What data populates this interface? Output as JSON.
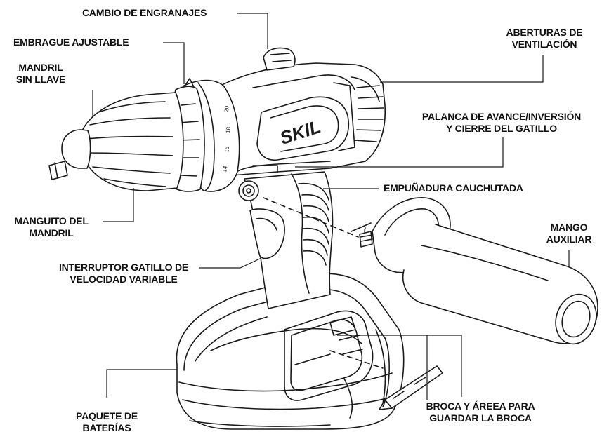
{
  "brand_mark": "SKIL",
  "clutch_numbers": [
    "14",
    "16",
    "18",
    "20"
  ],
  "labels": {
    "gear_shift": "CAMBIO DE ENGRANAJES",
    "clutch": "EMBRAGUE AJUSTABLE",
    "chuck_line1": "MANDRIL",
    "chuck_line2": "SIN LLAVE",
    "vents_line1": "ABERTURAS DE",
    "vents_line2": "VENTILACIÓN",
    "lever_line1": "PALANCA DE AVANCE/INVERSIÓN",
    "lever_line2": "Y CIERRE DEL GATILLO",
    "grip": "EMPUÑADURA CAUCHUTADA",
    "sleeve_line1": "MANGUITO DEL",
    "sleeve_line2": "MANDRIL",
    "aux_line1": "MANGO",
    "aux_line2": "AUXILIAR",
    "trigger_line1": "INTERRUPTOR GATILLO DE",
    "trigger_line2": "VELOCIDAD VARIABLE",
    "bit_line1": "BROCA Y ÁREEA PARA",
    "bit_line2": "GUARDAR LA BROCA",
    "battery_line1": "PAQUETE DE",
    "battery_line2": "BATERÍAS"
  }
}
